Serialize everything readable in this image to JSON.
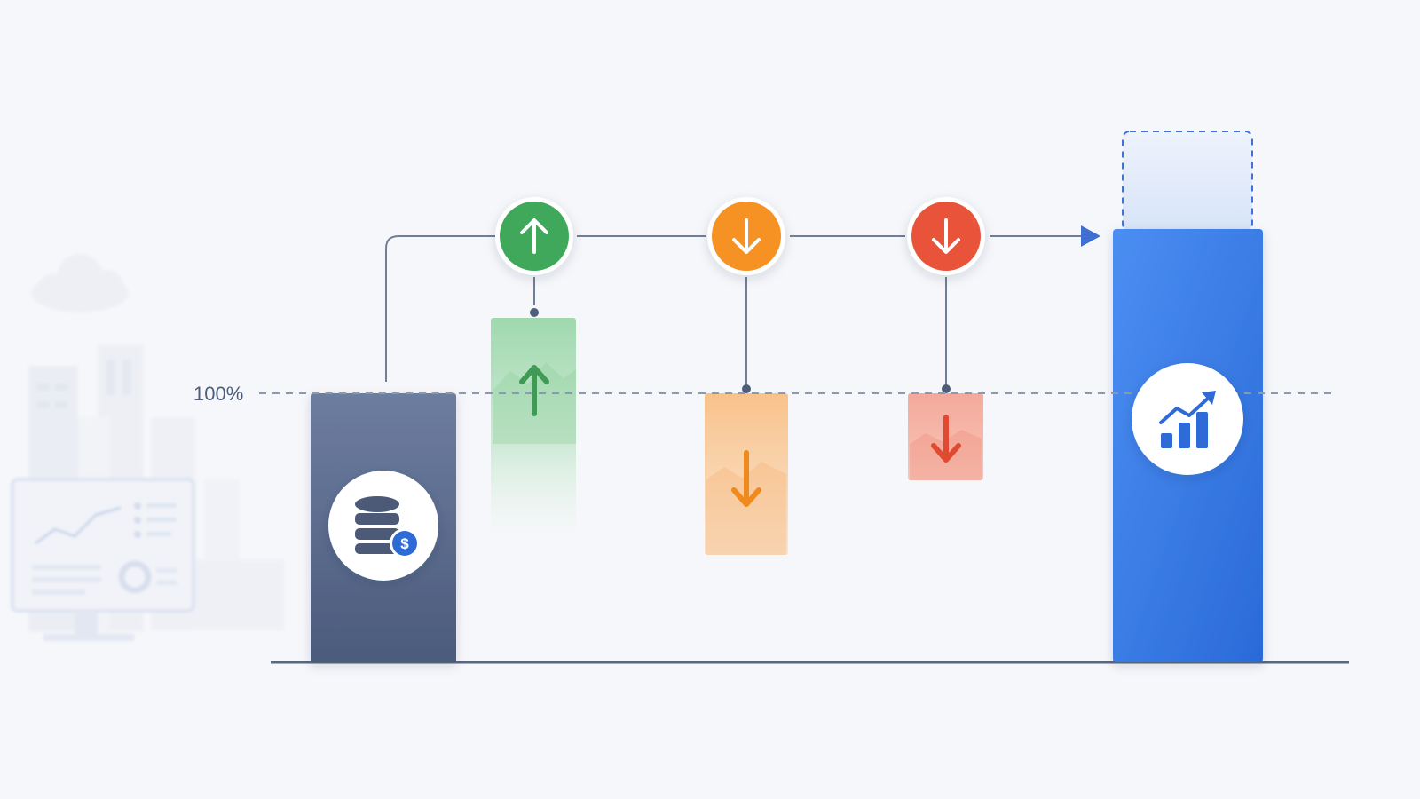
{
  "reference_line": {
    "label": "100%"
  },
  "colors": {
    "background": "#f6f7fa",
    "baseline_bar": "#4f5f80",
    "increase": "#3fa85a",
    "decrease_1": "#f59223",
    "decrease_2": "#e8533a",
    "result_bar": "#2f74e0",
    "connector": "#6f7f98",
    "reference_dash": "#8a98b0"
  },
  "steps": [
    {
      "id": "start",
      "kind": "baseline",
      "icon": "database-dollar-icon"
    },
    {
      "id": "step-1",
      "kind": "increase",
      "icon": "arrow-up-icon"
    },
    {
      "id": "step-2",
      "kind": "decrease",
      "icon": "arrow-down-icon"
    },
    {
      "id": "step-3",
      "kind": "decrease",
      "icon": "arrow-down-icon"
    },
    {
      "id": "result",
      "kind": "total",
      "icon": "bar-chart-trend-icon",
      "projected_extension": true
    }
  ],
  "background_illustration": [
    "cloud-icon",
    "buildings-skyline",
    "monitor-dashboard-icon"
  ]
}
